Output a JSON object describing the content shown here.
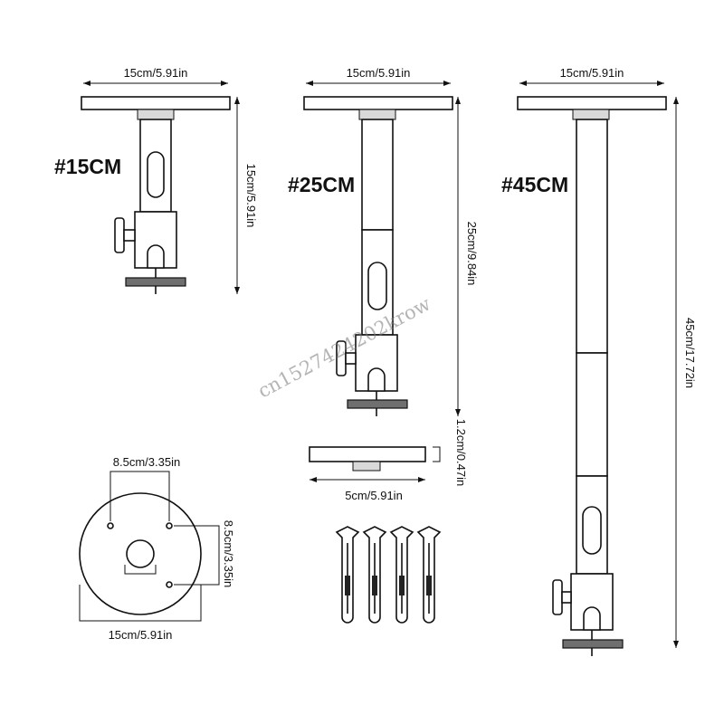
{
  "watermark": "cn1527424202krow",
  "models": {
    "m15": {
      "label": "#15CM",
      "width": "15cm/5.91in",
      "height": "15cm/5.91in"
    },
    "m25": {
      "label": "#25CM",
      "width": "15cm/5.91in",
      "height": "25cm/9.84in"
    },
    "m45": {
      "label": "#45CM",
      "width": "15cm/5.91in",
      "height": "45cm/17.72in"
    }
  },
  "plate": {
    "width": "5cm/5.91in",
    "thickness": "1.2cm/0.47in"
  },
  "base": {
    "hole_spacing_h": "8.5cm/3.35in",
    "hole_spacing_v": "8.5cm/3.35in",
    "diameter": "15cm/5.91in"
  },
  "anchor_count": 4
}
